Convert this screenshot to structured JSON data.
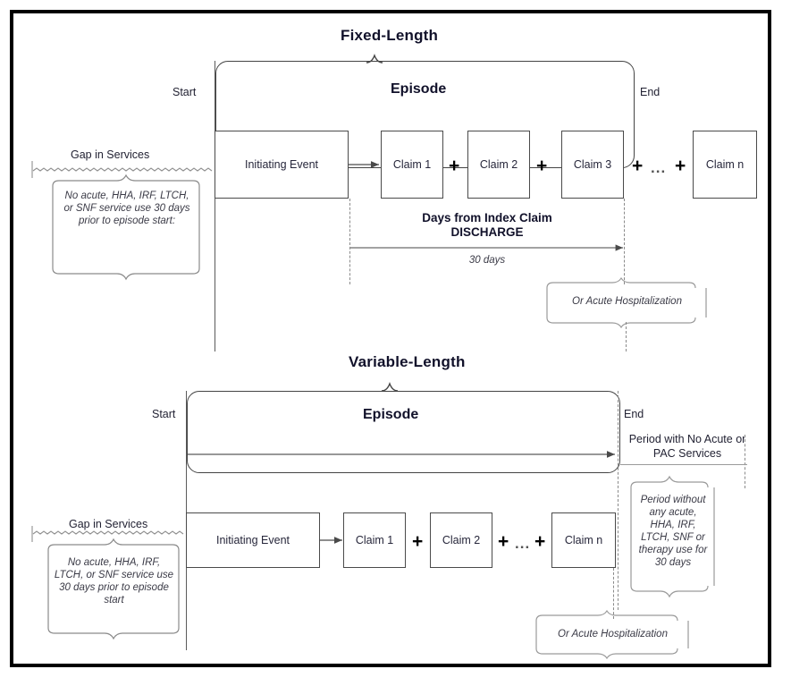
{
  "figure": {
    "sections": [
      {
        "id": "fixed",
        "title": "Fixed-Length",
        "episode_label": "Episode",
        "start_label": "Start",
        "end_label": "End",
        "gap_label": "Gap in Services",
        "gap_note": "No acute, HHA, IRF, LTCH, or SNF service use 30 days prior to episode start:",
        "duration_title": "Days from Index Claim DISCHARGE",
        "duration_value": "30 days",
        "acute_note": "Or Acute Hospitalization",
        "initiating_event": "Initiating Event",
        "claims": [
          "Claim 1",
          "Claim 2",
          "Claim 3",
          "Claim n"
        ],
        "plus": "+",
        "ellipsis": "..."
      },
      {
        "id": "variable",
        "title": "Variable-Length",
        "episode_label": "Episode",
        "start_label": "Start",
        "end_label": "End",
        "gap_label": "Gap in Services",
        "gap_note": "No acute, HHA, IRF, LTCH, or SNF service use 30 days prior to episode start",
        "period_label": "Period with No Acute or PAC Services",
        "period_note": "Period without any acute, HHA, IRF, LTCH, SNF or therapy use for 30 days",
        "acute_note": "Or Acute Hospitalization",
        "initiating_event": "Initiating Event",
        "claims": [
          "Claim 1",
          "Claim 2",
          "Claim n"
        ],
        "plus": "+",
        "ellipsis": "..."
      }
    ],
    "colors": {
      "frame": "#000000",
      "box_stroke": "#4a4a4a",
      "dashed": "#8a8a8a",
      "text": "#1b1b2e"
    }
  }
}
